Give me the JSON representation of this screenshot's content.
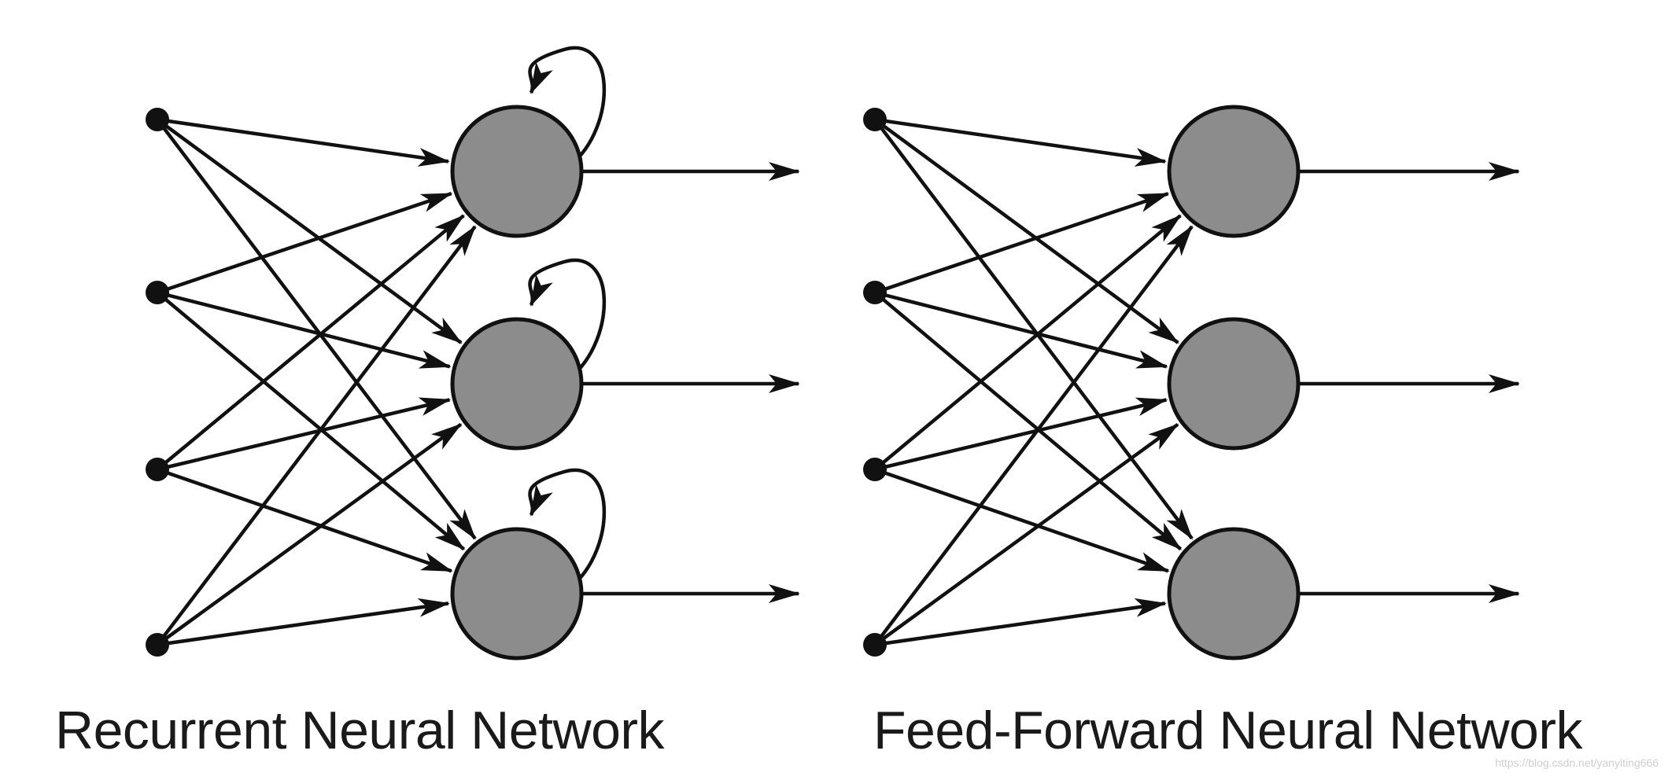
{
  "diagrams": [
    {
      "id": "recurrent",
      "caption": "Recurrent Neural Network",
      "inputs": 4,
      "neurons": 3,
      "self_loops": true
    },
    {
      "id": "feed-forward",
      "caption": "Feed-Forward Neural Network",
      "inputs": 4,
      "neurons": 3,
      "self_loops": false
    }
  ],
  "watermark": "https://blog.csdn.net/yanyiting666",
  "colors": {
    "neuron_fill": "#8c8c8c",
    "stroke": "#111111",
    "background": "#ffffff"
  }
}
